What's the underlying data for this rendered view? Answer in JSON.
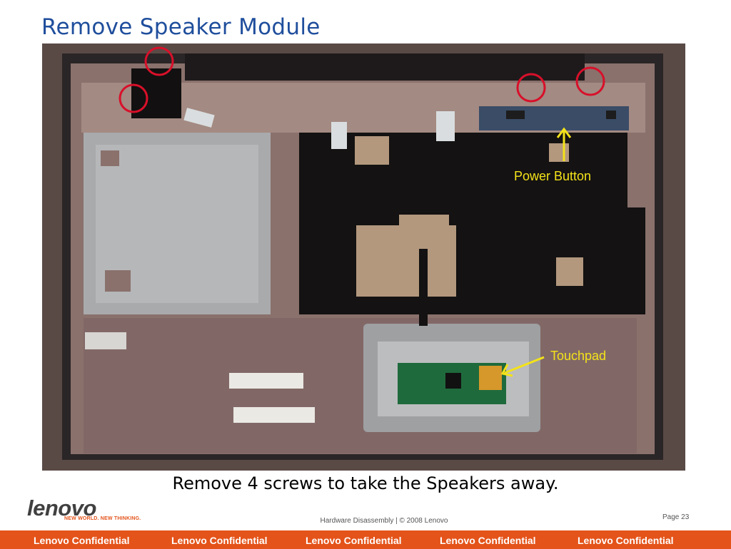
{
  "slide": {
    "title": "Remove Speaker Module",
    "caption": "Remove 4 screws to take the Speakers away."
  },
  "photo": {
    "annotations": {
      "power_button": "Power Button",
      "touchpad": "Touchpad"
    },
    "label_lines": [
      "Power Button",
      "Touchpad"
    ],
    "screw_markers": 4,
    "colors": {
      "marker": "#d8102a",
      "arrow": "#f3e21a"
    }
  },
  "footer": {
    "logo": "lenovo",
    "tagline": "NEW WORLD. NEW THINKING.",
    "center_text": "Hardware Disassembly | © 2008 Lenovo",
    "page": "Page 23",
    "confidential": [
      "Lenovo Confidential",
      "Lenovo Confidential",
      "Lenovo Confidential",
      "Lenovo Confidential",
      "Lenovo Confidential"
    ],
    "bar_color": "#e4531a"
  }
}
